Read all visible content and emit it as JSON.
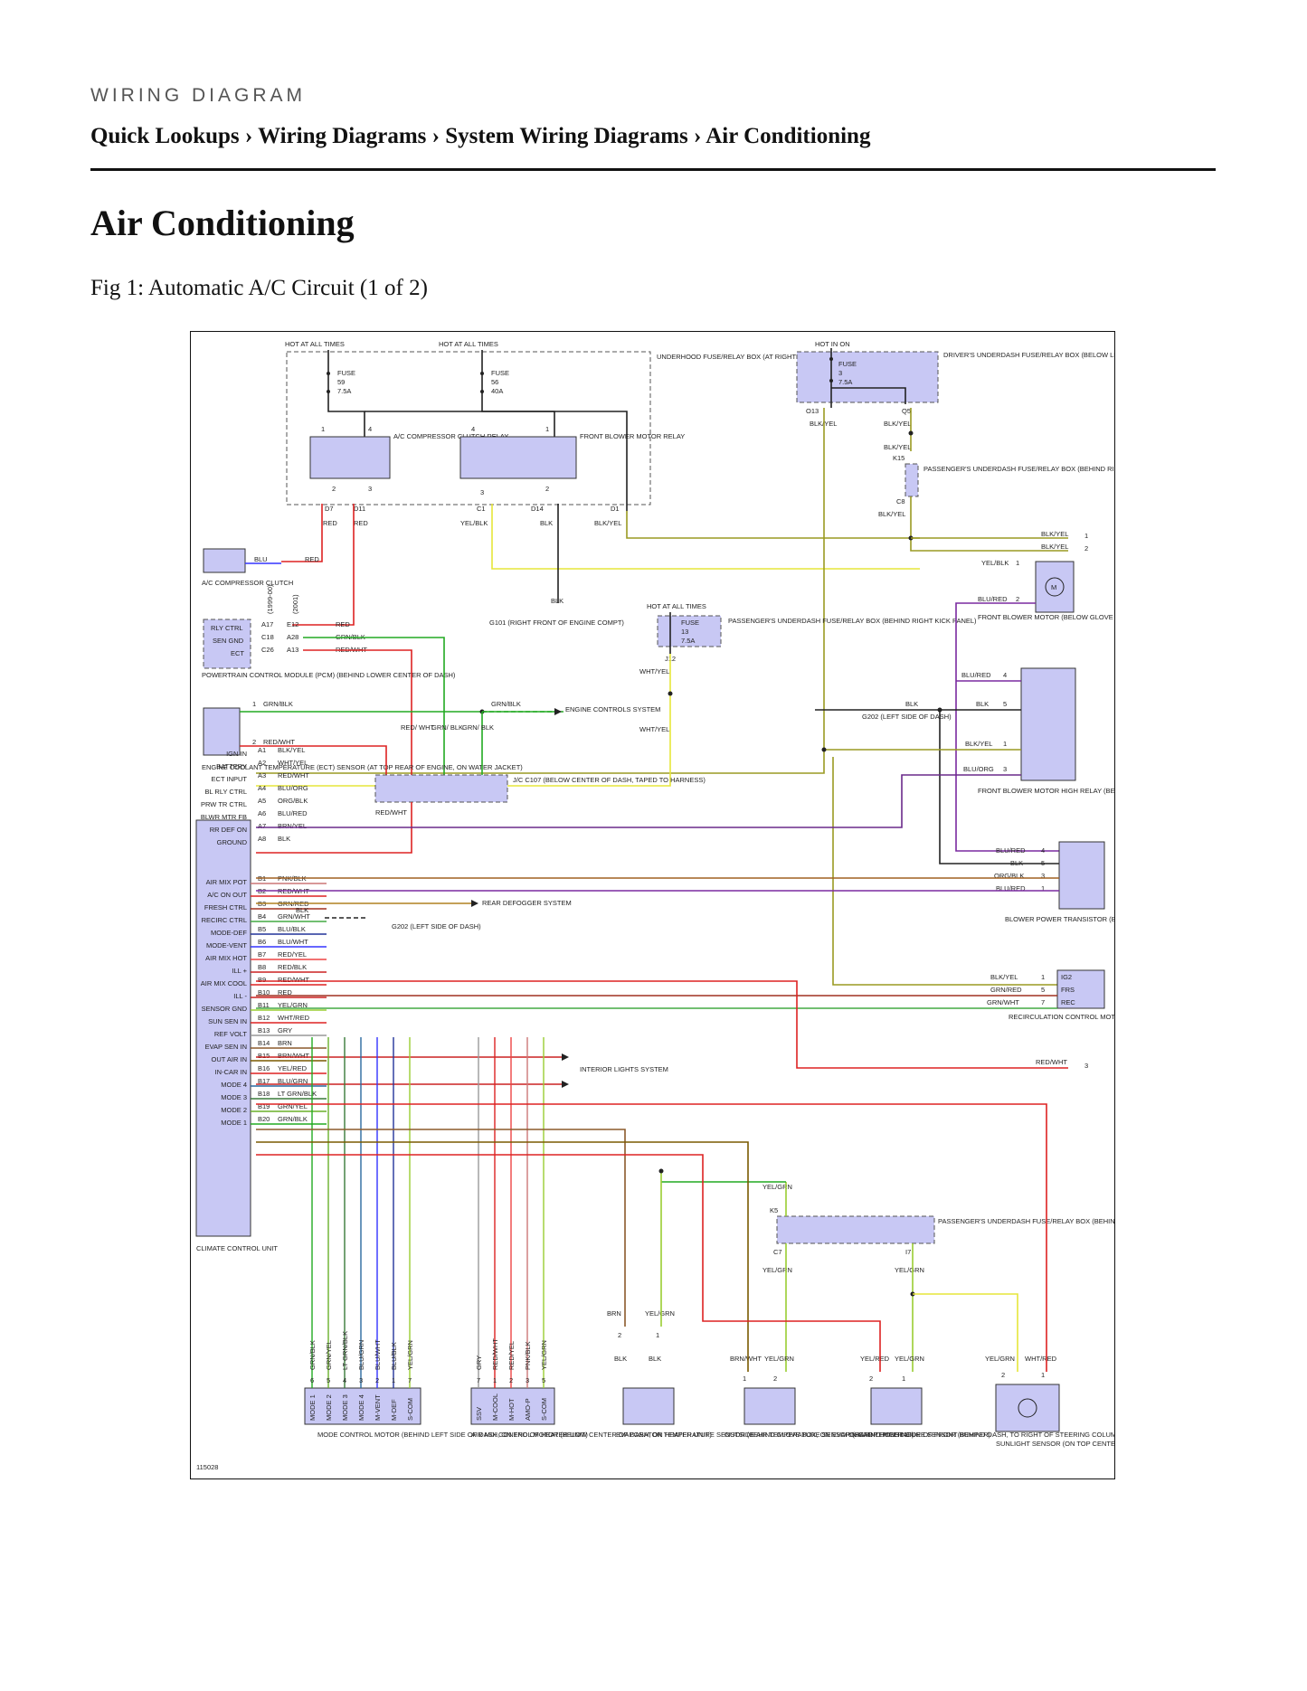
{
  "header": {
    "kicker": "WIRING DIAGRAM",
    "breadcrumb": [
      "Quick Lookups",
      "Wiring Diagrams",
      "System Wiring Diagrams",
      "Air Conditioning"
    ],
    "separator": "›"
  },
  "page_title": "Air Conditioning",
  "figure_caption": "Fig 1: Automatic A/C Circuit (1 of 2)",
  "diagram": {
    "ref_number": "115028",
    "hot_labels": [
      "HOT AT ALL TIMES",
      "HOT AT ALL TIMES",
      "HOT IN ON",
      "HOT AT ALL TIMES"
    ],
    "fuses": [
      {
        "name": "FUSE",
        "number": "59",
        "rating": "7.5A"
      },
      {
        "name": "FUSE",
        "number": "56",
        "rating": "40A"
      },
      {
        "name": "FUSE",
        "number": "3",
        "rating": "7.5A"
      },
      {
        "name": "FUSE",
        "number": "13",
        "rating": "7.5A"
      }
    ],
    "boxes": {
      "underhood": "UNDERHOOD FUSE/RELAY BOX (AT RIGHT SIDE OF OF ENGINE COMPT)",
      "driver_dash": "DRIVER'S UNDERDASH FUSE/RELAY BOX (BELOW LEFT END OF DASH)",
      "pass_dash_k": "PASSENGER'S UNDERDASH FUSE/RELAY BOX (BEHIND RIGHT KICK PANEL)",
      "pass_dash_j": "PASSENGER'S UNDERDASH FUSE/RELAY BOX (BEHIND RIGHT KICK PANEL)",
      "pass_dash_bottom": "PASSENGER'S UNDERDASH FUSE/RELAY BOX (BEHIND RIGHT KICK PANEL)",
      "ac_relay": "A/C COMPRESSOR CLUTCH RELAY",
      "blower_relay": "FRONT BLOWER MOTOR RELAY",
      "ac_clutch": "A/C COMPRESSOR CLUTCH",
      "pcm": "POWERTRAIN CONTROL MODULE (PCM) (BEHIND LOWER CENTER OF DASH)",
      "ect": "ENGINE COOLANT TEMPERATURE (ECT) SENSOR (AT TOP REAR OF ENGINE, ON WATER JACKET)",
      "g101": "G101 (RIGHT FRONT OF ENGINE COMPT)",
      "g202a": "G202 (LEFT SIDE OF DASH)",
      "g202b": "G202 (LEFT SIDE OF DASH)",
      "jc107": "J/C C107 (BELOW CENTER OF DASH, TAPED TO HARNESS)",
      "engine_controls": "ENGINE CONTROLS SYSTEM",
      "rear_defogger": "REAR DEFOGGER SYSTEM",
      "interior_lights": "INTERIOR LIGHTS SYSTEM",
      "blower_motor": "FRONT BLOWER MOTOR (BELOW GLOVE BOX, ON BOTTOM OF BLOWER UNIT)",
      "blower_high_relay": "FRONT BLOWER MOTOR HIGH RELAY (BEHIND GLOVE BOX, ON BLOWER UNIT)",
      "blower_transistor": "BLOWER POWER TRANSISTOR (BEHIND RIGHT SIDE OF DASH, NEAR BLOWER MOTOR)",
      "recirc": "RECIRCULATION CONTROL MOTOR (BEHIND GLOVE BOX, ON BLOWER UNIT)",
      "ccu": "CLIMATE CONTROL UNIT",
      "mode_motor": "MODE CONTROL MOTOR (BEHIND LEFT SIDE OF DASH, ON END OF HEATER UNIT)",
      "airmix_motor": "AIR MIX CONTROL MOTOR (BELOW CENTER OF DASH, ON HEATER UNIT)",
      "evap": "EVAPORATOR TEMPERATURE SENSOR (BEHIND GLOVE BOX, ON EVAPORATOR HOUSING)",
      "outside": "OUTSIDE AIR TEMPERATURE SENSOR (BEHIND RIGHT SIDE OF FRONT BUMPER)",
      "incar": "IN-CAR TEMPERATURE SENSOR (BEHIND DASH, TO RIGHT OF STEERING COLUMN)",
      "sunlight": "SUNLIGHT SENSOR (ON TOP CENTER OF DASH)"
    },
    "ccu_pins": [
      {
        "pin": "A1",
        "label": "IGN IN",
        "wire": "BLK/YEL"
      },
      {
        "pin": "A2",
        "label": "BATTERY",
        "wire": "WHT/YEL"
      },
      {
        "pin": "A3",
        "label": "ECT INPUT",
        "wire": "RED/WHT"
      },
      {
        "pin": "A4",
        "label": "BL RLY CTRL",
        "wire": "BLU/ORG"
      },
      {
        "pin": "A5",
        "label": "PRW TR CTRL",
        "wire": "ORG/BLK"
      },
      {
        "pin": "A6",
        "label": "BLWR MTR FB",
        "wire": "BLU/RED"
      },
      {
        "pin": "A7",
        "label": "RR DEF ON",
        "wire": "BRN/YEL"
      },
      {
        "pin": "A8",
        "label": "GROUND",
        "wire": "BLK"
      },
      {
        "pin": "B1",
        "label": "AIR MIX POT",
        "wire": "PNK/BLK"
      },
      {
        "pin": "B2",
        "label": "A/C ON OUT",
        "wire": "RED/WHT"
      },
      {
        "pin": "B3",
        "label": "FRESH CTRL",
        "wire": "GRN/RED"
      },
      {
        "pin": "B4",
        "label": "RECIRC CTRL",
        "wire": "GRN/WHT"
      },
      {
        "pin": "B5",
        "label": "MODE-DEF",
        "wire": "BLU/BLK"
      },
      {
        "pin": "B6",
        "label": "MODE-VENT",
        "wire": "BLU/WHT"
      },
      {
        "pin": "B7",
        "label": "AIR MIX HOT",
        "wire": "RED/YEL"
      },
      {
        "pin": "B8",
        "label": "ILL +",
        "wire": "RED/BLK"
      },
      {
        "pin": "B9",
        "label": "AIR MIX COOL",
        "wire": "RED/WHT"
      },
      {
        "pin": "B10",
        "label": "ILL -",
        "wire": "RED"
      },
      {
        "pin": "B11",
        "label": "SENSOR GND",
        "wire": "YEL/GRN"
      },
      {
        "pin": "B12",
        "label": "SUN SEN IN",
        "wire": "WHT/RED"
      },
      {
        "pin": "B13",
        "label": "REF VOLT",
        "wire": "GRY"
      },
      {
        "pin": "B14",
        "label": "EVAP SEN IN",
        "wire": "BRN"
      },
      {
        "pin": "B15",
        "label": "OUT AIR IN",
        "wire": "BRN/WHT"
      },
      {
        "pin": "B16",
        "label": "IN-CAR IN",
        "wire": "YEL/RED"
      },
      {
        "pin": "B17",
        "label": "MODE 4",
        "wire": "BLU/GRN"
      },
      {
        "pin": "B18",
        "label": "MODE 3",
        "wire": "LT GRN/BLK"
      },
      {
        "pin": "B19",
        "label": "MODE 2",
        "wire": "GRN/YEL"
      },
      {
        "pin": "B20",
        "label": "MODE 1",
        "wire": "GRN/BLK"
      }
    ],
    "pcm_pins": [
      {
        "label": "RLY CTRL",
        "a": "A17",
        "b": "E12",
        "wire": "RED"
      },
      {
        "label": "SEN GND",
        "a": "C18",
        "b": "A28",
        "wire": "GRN/BLK"
      },
      {
        "label": "ECT",
        "a": "C26",
        "b": "A13",
        "wire": "RED/WHT"
      }
    ],
    "pcm_years": [
      "(1999-00)",
      "(2001)"
    ],
    "mode_motor_pins": [
      {
        "n": "6",
        "wire": "GRN/BLK",
        "label": "MODE 1"
      },
      {
        "n": "5",
        "wire": "GRN/YEL",
        "label": "MODE 2"
      },
      {
        "n": "4",
        "wire": "LT GRN/BLK",
        "label": "MODE 3"
      },
      {
        "n": "3",
        "wire": "BLU/GRN",
        "label": "MODE 4"
      },
      {
        "n": "2",
        "wire": "BLU/WHT",
        "label": "M-VENT"
      },
      {
        "n": "1",
        "wire": "BLU/BLK",
        "label": "M-DEF"
      },
      {
        "n": "7",
        "wire": "YEL/GRN",
        "label": "S-COM"
      }
    ],
    "airmix_pins": [
      {
        "n": "7",
        "wire": "GRY",
        "label": "SSV"
      },
      {
        "n": "1",
        "wire": "RED/WHT",
        "label": "M-COOL"
      },
      {
        "n": "2",
        "wire": "RED/YEL",
        "label": "M-HOT"
      },
      {
        "n": "3",
        "wire": "PNK/BLK",
        "label": "AMO-P"
      },
      {
        "n": "5",
        "wire": "YEL/GRN",
        "label": "S-COM"
      }
    ],
    "blower_motor_wires": [
      "YEL/BLK",
      "BLU/RED"
    ],
    "blower_relay_wires": [
      "BLU/RED",
      "BLK",
      "BLK/YEL",
      "BLU/ORG"
    ],
    "transistor_wires": [
      "BLU/RED",
      "BLK",
      "ORG/BLK",
      "BLU/RED"
    ],
    "recirc_wires": [
      "BLK/YEL",
      "GRN/RED",
      "GRN/WHT",
      "RED/WHT"
    ],
    "recirc_labels": [
      "IG2",
      "FRS",
      "REC"
    ],
    "misc_labels": {
      "blk_yel": "BLK/YEL",
      "blu": "BLU",
      "red": "RED",
      "yel_blk": "YEL/BLK",
      "blk": "BLK",
      "wht_yel": "WHT/YEL",
      "grn_blk": "GRN/BLK",
      "red_wht": "RED/WHT",
      "yel_grn": "YEL/GRN",
      "brn": "BRN",
      "brn_wht": "BRN/WHT",
      "yel_red": "YEL/RED",
      "wht_red": "WHT/RED",
      "red_slash_wht": "RED/ WHT",
      "grn_slash_blk": "GRN/ BLK"
    },
    "connector_labels": [
      "D7",
      "D11",
      "C1",
      "D14",
      "D1",
      "O13",
      "Q5",
      "K15",
      "C8",
      "J12",
      "K5",
      "C7",
      "I7"
    ]
  }
}
